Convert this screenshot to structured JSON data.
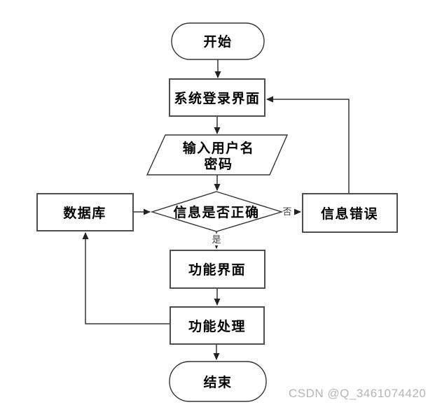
{
  "diagram": {
    "type": "flowchart",
    "nodes": {
      "start": {
        "label": "开始",
        "shape": "stadium"
      },
      "login": {
        "label": "系统登录界面",
        "shape": "rectangle"
      },
      "input": {
        "line1": "输入用户名",
        "line2": "密码",
        "shape": "parallelogram"
      },
      "decision": {
        "label": "信息是否正确",
        "shape": "diamond"
      },
      "database": {
        "label": "数据库",
        "shape": "rectangle"
      },
      "error": {
        "label": "信息错误",
        "shape": "rectangle"
      },
      "function_ui": {
        "label": "功能界面",
        "shape": "rectangle"
      },
      "function_process": {
        "label": "功能处理",
        "shape": "rectangle"
      },
      "end": {
        "label": "结束",
        "shape": "stadium"
      }
    },
    "edge_labels": {
      "yes": "是",
      "no": "否"
    },
    "edges": [
      {
        "from": "start",
        "to": "login"
      },
      {
        "from": "login",
        "to": "input"
      },
      {
        "from": "input",
        "to": "decision"
      },
      {
        "from": "database",
        "to": "decision"
      },
      {
        "from": "decision",
        "to": "error",
        "label": "否"
      },
      {
        "from": "decision",
        "to": "function_ui",
        "label": "是"
      },
      {
        "from": "error",
        "to": "login"
      },
      {
        "from": "function_ui",
        "to": "function_process"
      },
      {
        "from": "function_process",
        "to": "end"
      },
      {
        "from": "function_process",
        "to": "database"
      }
    ],
    "colors": {
      "background": "#ffffff",
      "box_border": "#4d4d4d",
      "line": "#333333",
      "text": "#000000",
      "watermark": "#b5b5b5"
    }
  },
  "watermark": {
    "text": "CSDN @Q_3461074420"
  }
}
